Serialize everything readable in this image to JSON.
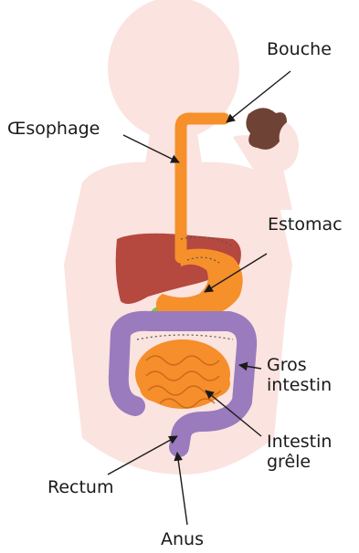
{
  "labels": {
    "bouche": "Bouche",
    "oesophage": "Œsophage",
    "estomac": "Estomac",
    "gros_intestin_1": "Gros",
    "gros_intestin_2": "intestin",
    "intestin_grele_1": "Intestin",
    "intestin_grele_2": "grêle",
    "rectum": "Rectum",
    "anus": "Anus"
  },
  "colors": {
    "body": "#fbe3df",
    "esophagus_stomach": "#f5902b",
    "liver": "#b5483f",
    "gallbladder": "#79c446",
    "large_intestine": "#9a7bbd",
    "small_intestine": "#f58e2b",
    "food": "#6e4234",
    "arrow": "#1a1a1a"
  }
}
